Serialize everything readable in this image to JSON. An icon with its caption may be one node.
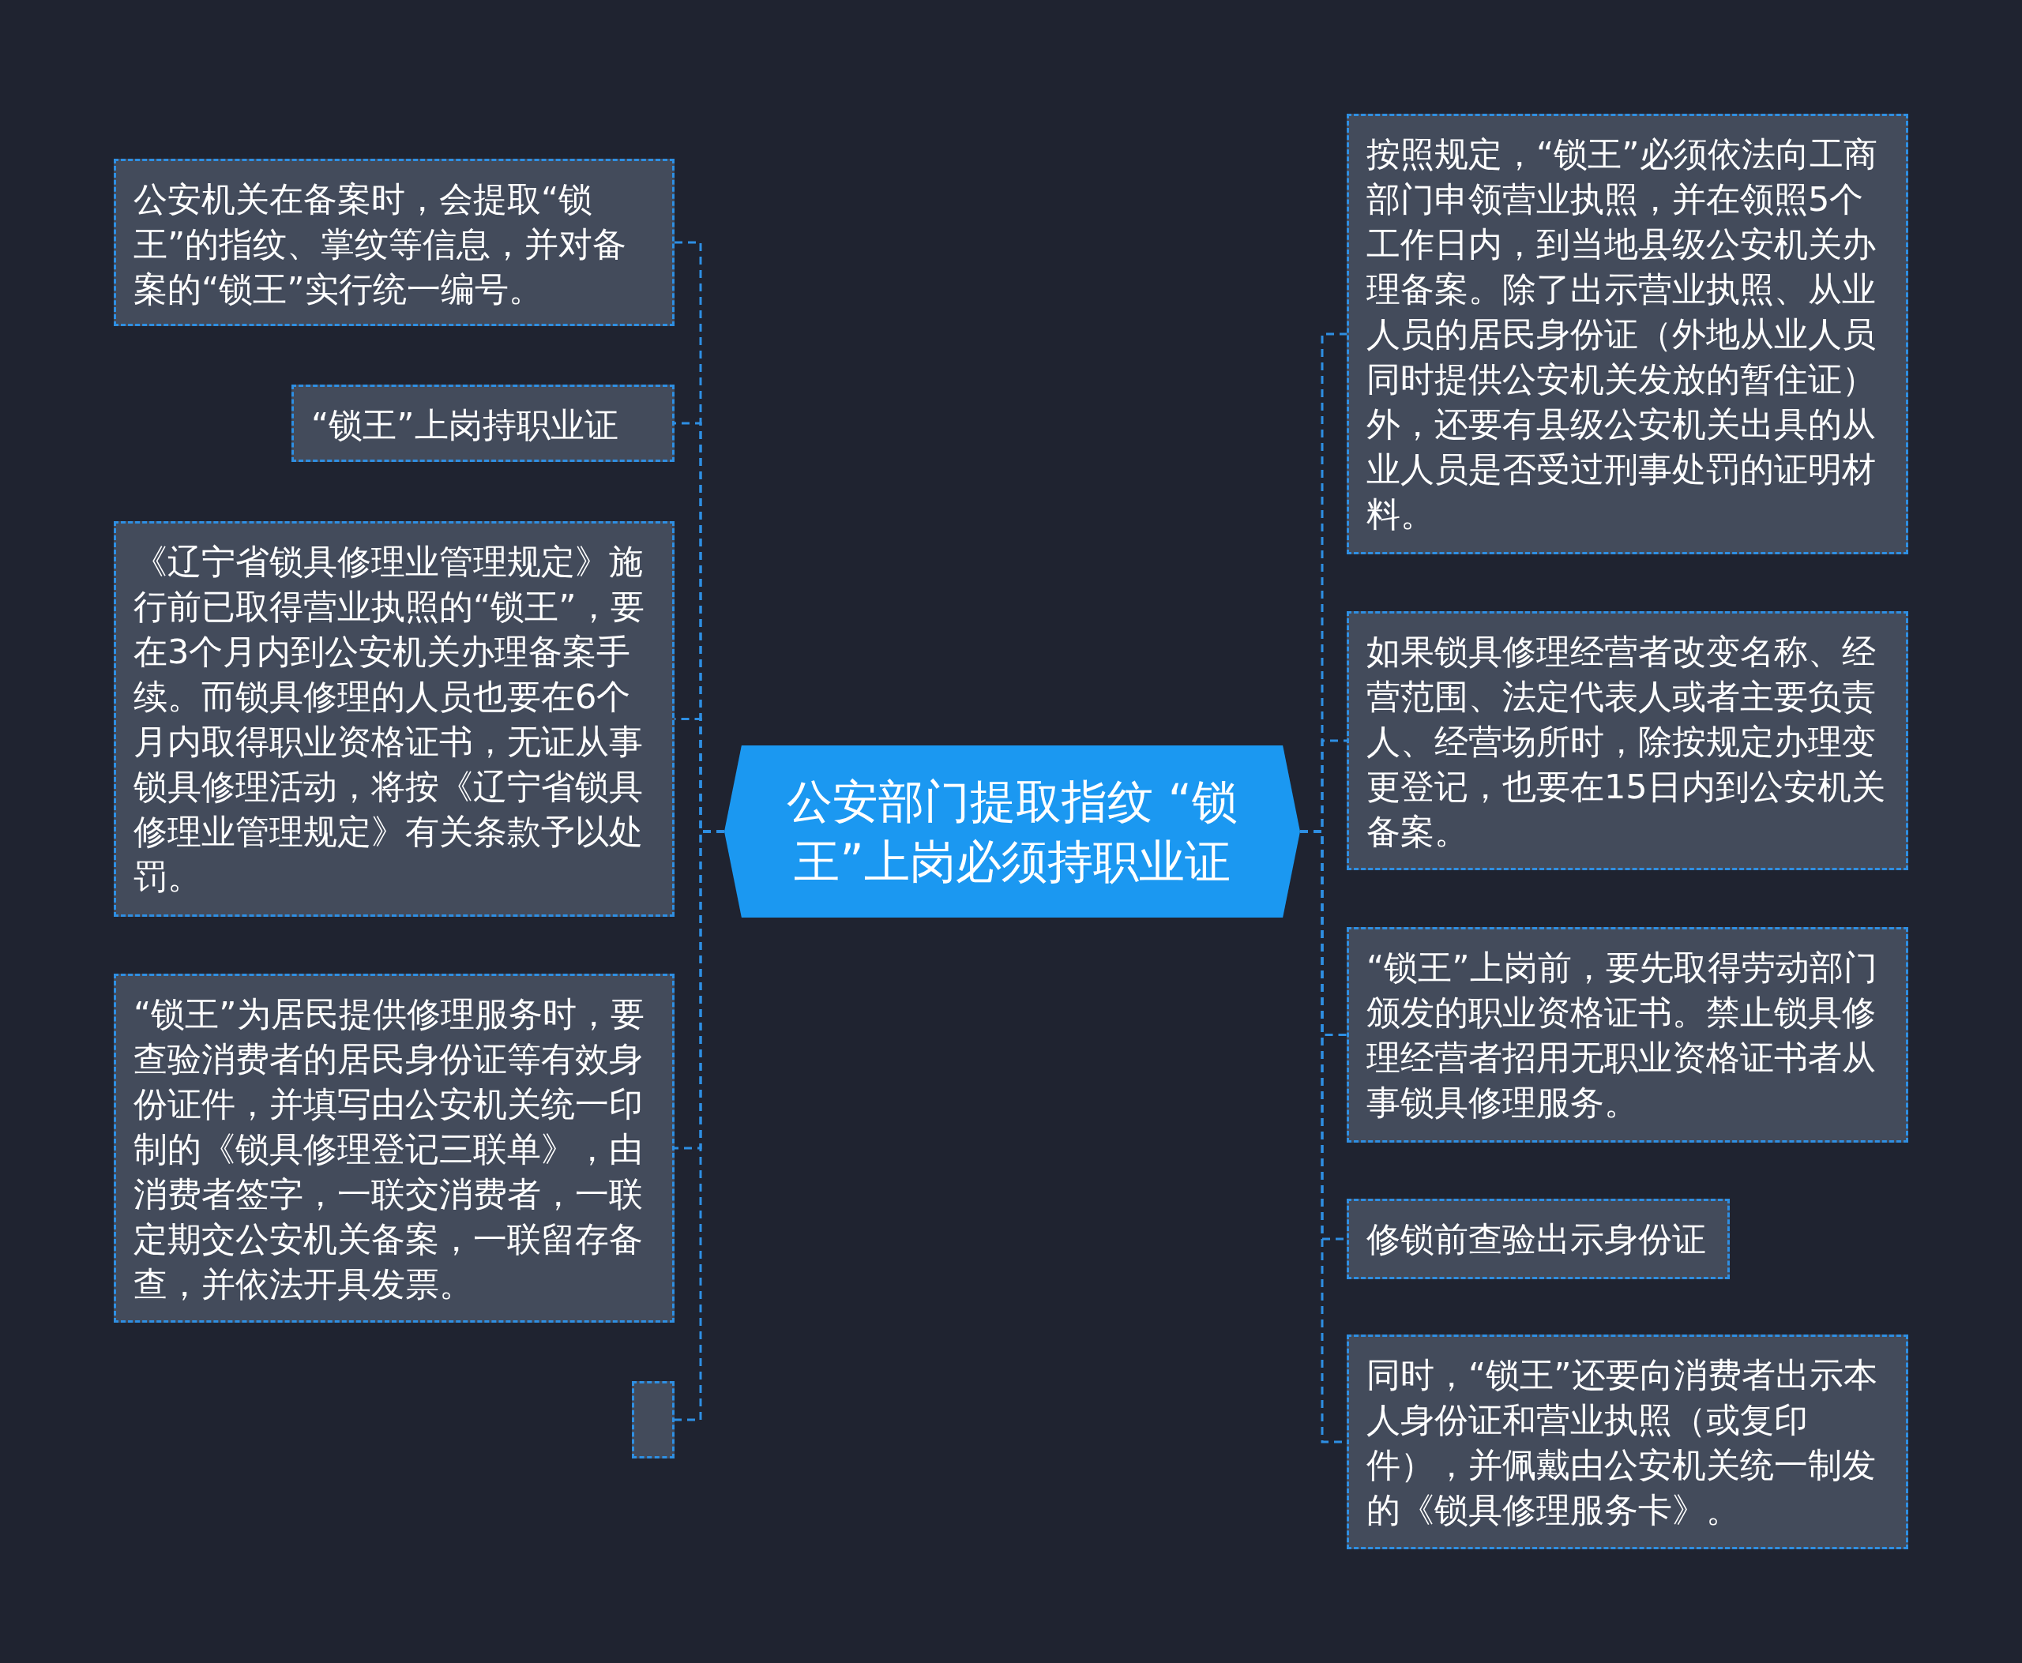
{
  "diagram": {
    "nodes": [
      {
        "text": [
          "公安部门提取指纹 “锁王”上岗必须持职业证"
        ]
      },
      {
        "text": [
          "公安机关在备案时，会提取“锁王”的指纹、掌纹等信息，并对备案的“锁王”实行统一编号。"
        ]
      },
      {
        "text": [
          "“锁王”上岗持职业证"
        ]
      },
      {
        "text": [
          "《辽宁省锁具修理业管理规定》施行前已取得营业执照的“锁王”，要在3个月内到公安机关办理备案手续。而锁具修理的人员也要在6个月内取得职业资格证书，无证从事锁具修理活动，将按《辽宁省锁具修理业管理规定》有关条款予以处罚。"
        ]
      },
      {
        "text": [
          "“锁王”为居民提供修理服务时，要查验消费者的居民身份证等有效身份证件，并填写由公安机关统一印制的《锁具修理登记三联单》，由消费者签字，一联交消费者，一联定期交公安机关备案，一联留存备查，并依法开具发票。"
        ]
      },
      {
        "text": [],
        "shape": "box"
      },
      {
        "text": [
          "按照规定，“锁王”必须依法向工商部门申领营业执照，并在领照5个工作日内，到当地县级公安机关办理备案。除了出示营业执照、从业人员的居民身份证（外地从业人员同时提供公安机关发放的暂住证）外，还要有县级公安机关出具的从业人员是否受过刑事处罚的证明材料。"
        ]
      },
      {
        "text": [
          "如果锁具修理经营者改变名称、经营范围、法定代表人或者主要负责人、经营场所时，除按规定办理变更登记，也要在15日内到公安机关备案。"
        ]
      },
      {
        "text": [
          "“锁王”上岗前，要先取得劳动部门颁发的职业资格证书。禁止锁具修理经营者招用无职业资格证书者从事锁具修理服务。"
        ]
      },
      {
        "text": [
          "修锁前查验出示身份证"
        ]
      },
      {
        "text": [
          "同时，“锁王”还要向消费者出示本人身份证和营业执照（或复印件），并佩戴由公安机关统一制发的《锁具修理服务卡》。"
        ]
      }
    ],
    "edges": [
      {
        "from": 0,
        "to": 1,
        "arrow": "none",
        "style": "dashed"
      },
      {
        "from": 0,
        "to": 2,
        "arrow": "none",
        "style": "dashed"
      },
      {
        "from": 0,
        "to": 3,
        "arrow": "none",
        "style": "dashed"
      },
      {
        "from": 0,
        "to": 4,
        "arrow": "none",
        "style": "dashed"
      },
      {
        "from": 0,
        "to": 5,
        "arrow": "none",
        "style": "dashed"
      },
      {
        "from": 0,
        "to": 6,
        "arrow": "none",
        "style": "dashed"
      },
      {
        "from": 0,
        "to": 7,
        "arrow": "none",
        "style": "dashed"
      },
      {
        "from": 0,
        "to": 8,
        "arrow": "none",
        "style": "dashed"
      },
      {
        "from": 0,
        "to": 9,
        "arrow": "none",
        "style": "dashed"
      },
      {
        "from": 0,
        "to": 10,
        "arrow": "none",
        "style": "dashed"
      }
    ]
  }
}
